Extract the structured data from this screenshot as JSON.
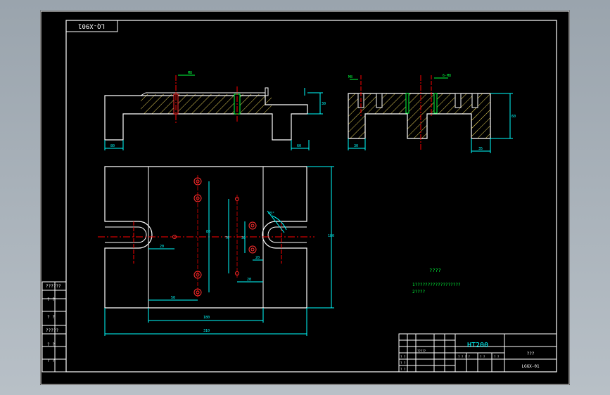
{
  "drawing_number_box": "LQ-X901",
  "material": "HT200",
  "part_code": "LGGX-01",
  "part_name": "???",
  "notes_title": "????",
  "notes_lines": [
    "1??????????????????",
    "2????"
  ],
  "left_strip_labels": [
    "??????",
    "? ?",
    "? ?",
    "?????",
    "? ?",
    "? ?"
  ],
  "title_block_small": [
    "?????",
    "? ? ? ?",
    "? ?",
    "? ?",
    "? ?",
    "? ?",
    "? ?"
  ],
  "dims": {
    "overall_width": "310",
    "inner_width": "180",
    "height_total": "180",
    "hole_spacing": "80",
    "side_height": "70",
    "slot_depth": "30",
    "offset_left": "50",
    "small_dim": "20",
    "front_left": "80",
    "front_right": "60",
    "side_left": "30",
    "side_right": "35",
    "side_height2": "60",
    "thread_label": "M8",
    "thread_label2": "6-M8",
    "angle_label": "45°"
  },
  "colors": {
    "background": "#000000",
    "outline": "#ffffff",
    "dimension": "#00ffff",
    "centerline": "#ff0000",
    "hatch": "#00ff3c",
    "hatch_fill": "#e8d25a"
  }
}
